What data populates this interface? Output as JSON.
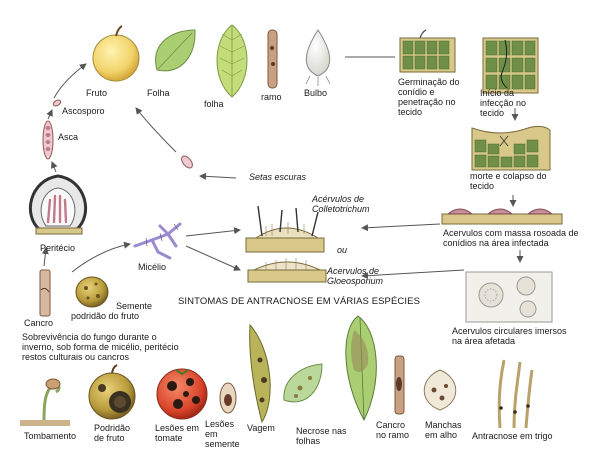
{
  "labels": {
    "fruto": "Fruto",
    "folha1": "Folha",
    "folha2": "folha",
    "ramo": "ramo",
    "bulbo": "Bulbo",
    "ascosporo": "Ascosporo",
    "asca": "Asca",
    "peritecio": "Peritécio",
    "micelio": "Micélio",
    "cancro": "Cancro",
    "semente": "Semente",
    "podridao": "podridão do fruto",
    "sobrevivencia": "Sobrevivência do fungo durante o inverno, sob forma de micélio, peritécio restos culturais ou cancros",
    "setas": "Setas escuras",
    "acervulos_colletotrichum": "Acérvulos de Colletotrichum",
    "ou": "ou",
    "acervulos_gloeosporium": "Acervulos de Gloeosporium",
    "sintomas_title": "SINTOMAS DE ANTRACNOSE EM VÁRIAS ESPÉCIES",
    "germinacao": "Germinação do conídio e penetração no tecido",
    "inicio_infeccao": "Início da infecção no tecido",
    "morte_colapso": "morte e colapso do tecido",
    "acervulos_massa": "Acervulos com massa rosoada de conídios na área infectada",
    "acervulos_circulares": "Acervulos circulares imersos na área afetada"
  },
  "symptoms": [
    {
      "key": "tombamento",
      "label": "Tombamento"
    },
    {
      "key": "podridao_fruto",
      "label": "Podridão de fruto"
    },
    {
      "key": "lesoes_tomate",
      "label": "Lesões em tomate"
    },
    {
      "key": "lesoes_semente",
      "label": "Lesões em semente"
    },
    {
      "key": "vagem",
      "label": "Vagem"
    },
    {
      "key": "necrose_folhas",
      "label": "Necrose nas folhas"
    },
    {
      "key": "cancro_ramo",
      "label": "Cancro no ramo"
    },
    {
      "key": "manchas_alho",
      "label": "Manchas em alho"
    },
    {
      "key": "antracnose_trigo",
      "label": "Antracnose em trigo"
    }
  ],
  "colors": {
    "fruit": "#f1d36a",
    "leaf": "#a9cf72",
    "tissue": "#d8c98a",
    "cell_green": "#6f8f48",
    "acervulus_pink": "#c98f9a",
    "dark": "#3b3b3b",
    "arrow": "#555555"
  }
}
